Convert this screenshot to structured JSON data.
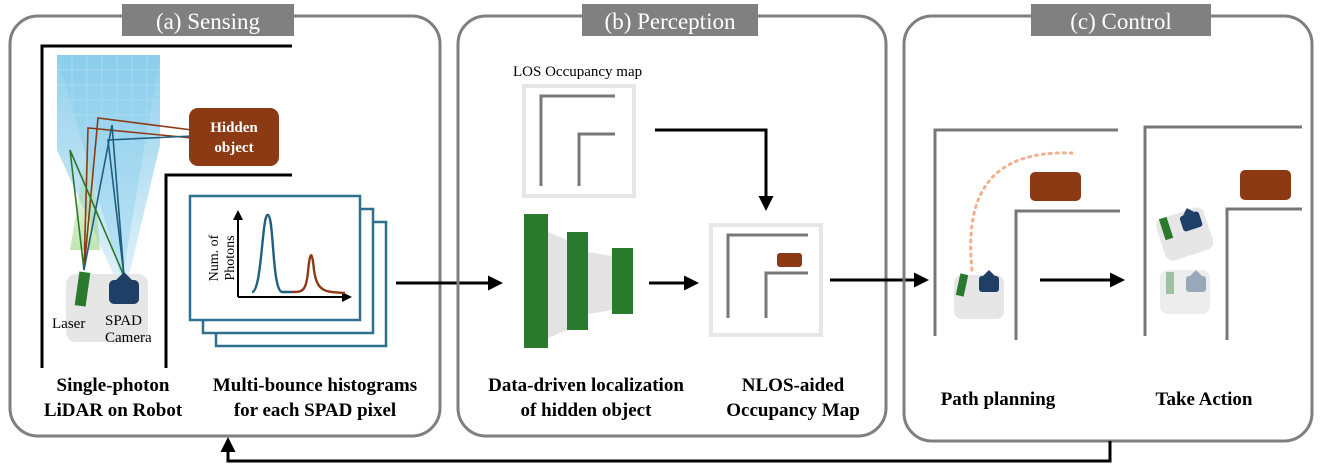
{
  "panels": {
    "sensing": {
      "title": "(a) Sensing",
      "hidden_object": [
        "Hidden",
        "object"
      ],
      "laser": "Laser",
      "spad_camera": [
        "SPAD",
        "Camera"
      ],
      "axis_label": [
        "Num. of",
        "Photons"
      ],
      "caption_lidar": [
        "Single-photon",
        "LiDAR on Robot"
      ],
      "caption_histograms": [
        "Multi-bounce histograms",
        "for each SPAD pixel"
      ]
    },
    "perception": {
      "title": "(b) Perception",
      "los_map_label": "LOS Occupancy map",
      "caption_localization": [
        "Data-driven localization",
        "of hidden object"
      ],
      "caption_nlos_map": [
        "NLOS-aided",
        "Occupancy Map"
      ]
    },
    "control": {
      "title": "(c) Control",
      "caption_path": "Path planning",
      "caption_action": "Take Action"
    }
  },
  "colors": {
    "panel_border": "#7f7f7f",
    "tab_fill": "#808080",
    "hidden_object": "#8b3a14",
    "network_green": "#2a7a2d",
    "camera_blue": "#1f3f66",
    "histogram_frame": "#2f6f8f",
    "histogram_peak1": "#1f5f7f",
    "histogram_peak2": "#8b3a14",
    "fov_blue": "#7fc8ea",
    "path_dots": "#f2b08f"
  }
}
